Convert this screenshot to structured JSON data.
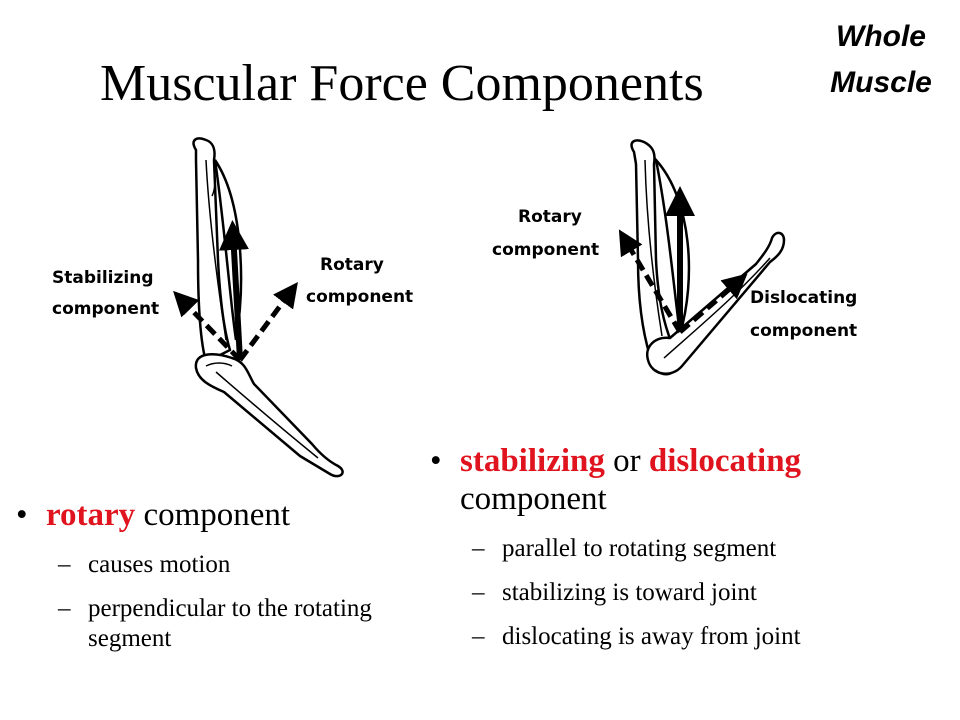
{
  "title": "Muscular Force Components",
  "corner_label": {
    "line1": "Whole",
    "line2": "Muscle"
  },
  "diagrams": {
    "left": {
      "stabilizing_line1": "Stabilizing",
      "stabilizing_line2": "component",
      "rotary_line1": "Rotary",
      "rotary_line2": "component"
    },
    "right": {
      "rotary_line1": "Rotary",
      "rotary_line2": "component",
      "dislocating_line1": "Dislocating",
      "dislocating_line2": "component"
    }
  },
  "left_bullet": {
    "highlight": "rotary",
    "rest": " component",
    "items": [
      "causes motion",
      "perpendicular  to the rotating segment"
    ]
  },
  "right_bullet": {
    "highlight1": "stabilizing",
    "middle": " or ",
    "highlight2": "dislocating",
    "rest": " component",
    "items": [
      "parallel to rotating segment",
      "stabilizing is toward joint",
      "dislocating is away from joint"
    ]
  },
  "colors": {
    "accent": "#e0141e",
    "text": "#000000"
  }
}
